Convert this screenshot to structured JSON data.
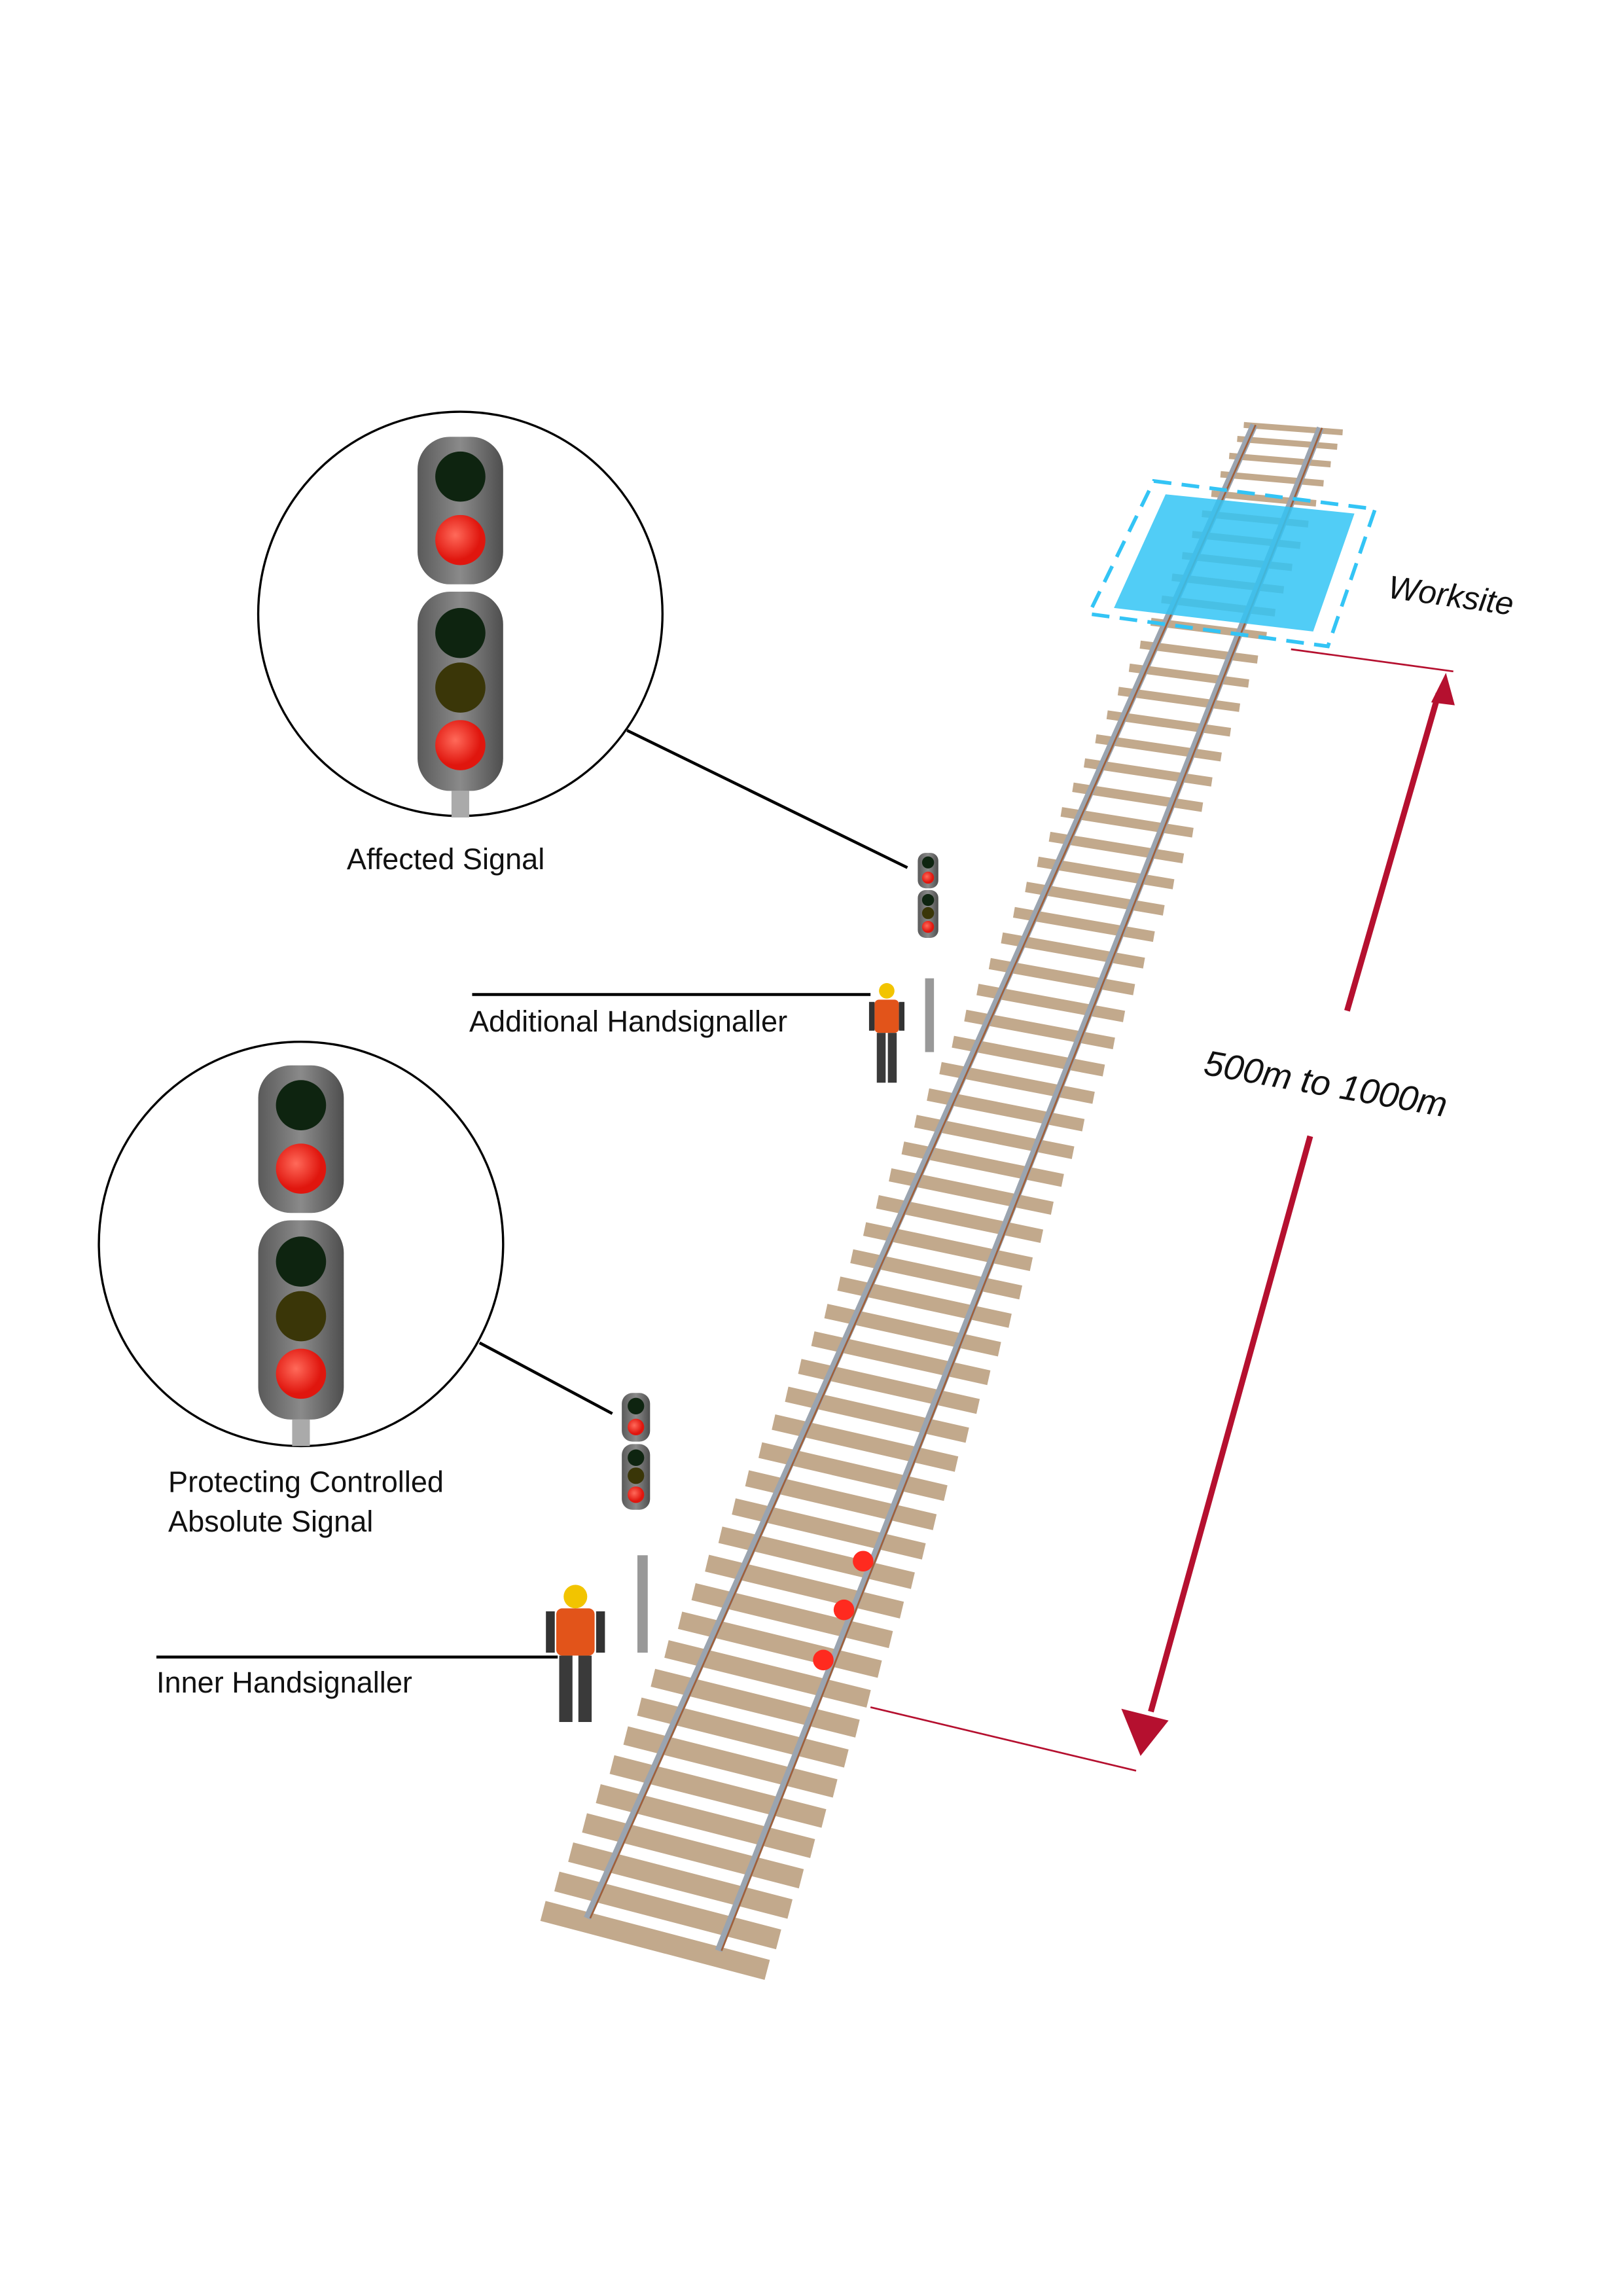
{
  "labels": {
    "affected_signal": "Affected Signal",
    "additional_handsignaller": "Additional Handsignaller",
    "protecting_signal_line1": "Protecting Controlled",
    "protecting_signal_line2": "Absolute Signal",
    "inner_handsignaller": "Inner Handsignaller",
    "worksite": "Worksite",
    "distance": "500m to 1000m"
  },
  "colors": {
    "worksite_fill": "#33c4f5",
    "distance_arrow": "#b5102f",
    "signal_red": "#ff2a1f",
    "sleeper": "#c2a98c",
    "rail": "#9aa4b0"
  },
  "signal_aspect": "red",
  "detonator_count": 3
}
